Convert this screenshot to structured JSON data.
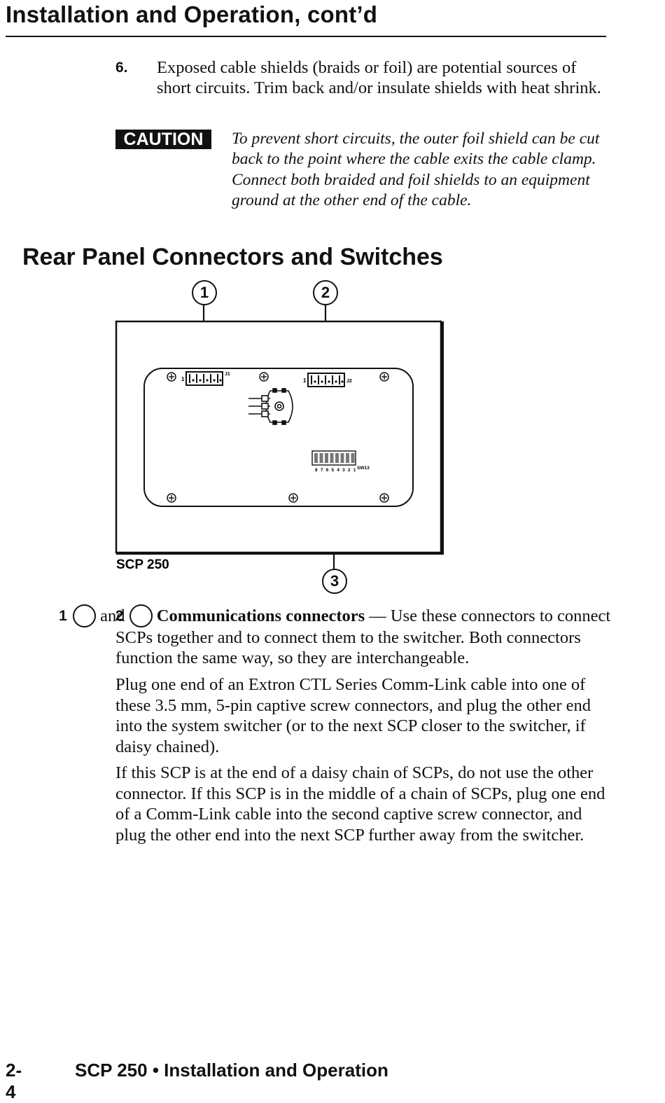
{
  "header": {
    "title": "Installation and Operation, cont’d"
  },
  "step6": {
    "number": "6.",
    "text": "Exposed cable shields (braids or foil) are potential sources of short circuits.  Trim back and/or insulate shields with heat shrink."
  },
  "caution": {
    "label": "CAUTION",
    "text": "To prevent short circuits, the outer foil shield can be cut back to the point where the cable exits the cable clamp. Connect both braided and foil shields to an equipment ground at the other end of the cable."
  },
  "section": {
    "heading": "Rear Panel Connectors and Switches"
  },
  "diagram": {
    "callouts": [
      "1",
      "2",
      "3"
    ],
    "panel_label": "SCP 250",
    "connector_j1_label": "J1",
    "connector_j2_label": "J2",
    "pin1_label": "1",
    "switch_label": "SW13",
    "switch_numbers": "8 7 6 5 4 3 2 1"
  },
  "description": {
    "callout_1": "1",
    "and_text": "and",
    "callout_2": "2",
    "term": "Communications connectors",
    "lead": " — Use these connectors to connect SCPs together and to connect them to the switcher.  Both connectors function the same way, so they are interchangeable.",
    "para2": "Plug one end of an Extron CTL Series Comm-Link cable into one of these 3.5 mm, 5-pin captive screw connectors, and plug the other end into the system switcher (or to the next SCP closer to the switcher, if daisy chained).",
    "para3": "If this SCP is at the end of a daisy chain of SCPs, do not use the other connector.  If this SCP is in the middle of a chain of SCPs, plug one end of a Comm-Link cable into the second captive screw connector, and plug the other end into the next SCP further away from the switcher."
  },
  "footer": {
    "page_number": "2-4",
    "title": "SCP 250 • Installation and Operation"
  }
}
